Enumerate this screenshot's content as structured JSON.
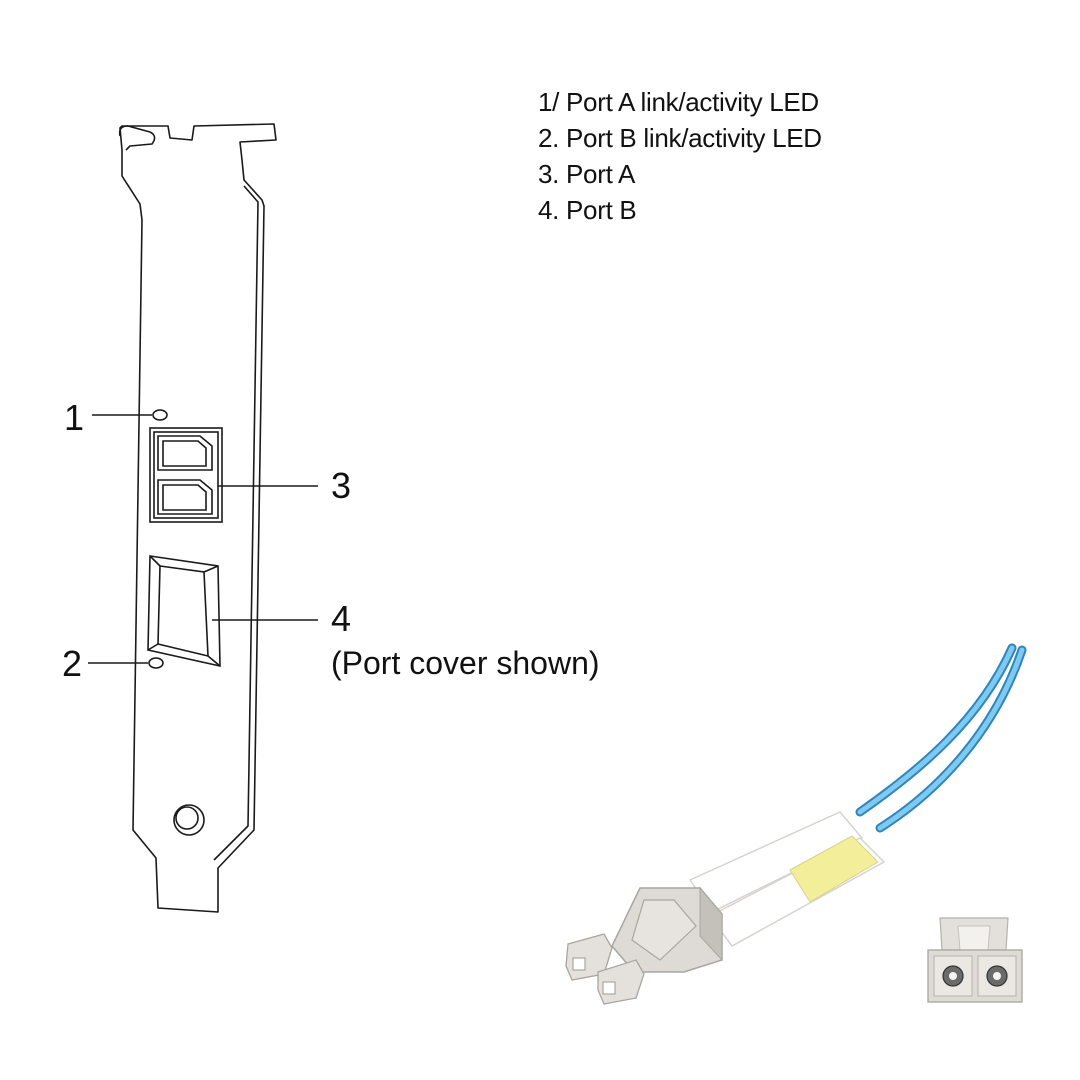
{
  "legend": [
    "1/ Port A link/activity LED",
    "2. Port B link/activity LED",
    "3. Port A",
    "4. Port B"
  ],
  "callouts": {
    "c1": "1",
    "c2": "2",
    "c3": "3",
    "c4": "4",
    "c4_note": "(Port cover shown)"
  },
  "colors": {
    "line": "#1a1a1a",
    "fiber_blue": "#4aa8dc",
    "fiber_blue_light": "#a6dcf5",
    "sleeve_yellow": "#f2ee9a",
    "connector_gray": "#dedbd6",
    "connector_shade": "#c4c0ba"
  }
}
